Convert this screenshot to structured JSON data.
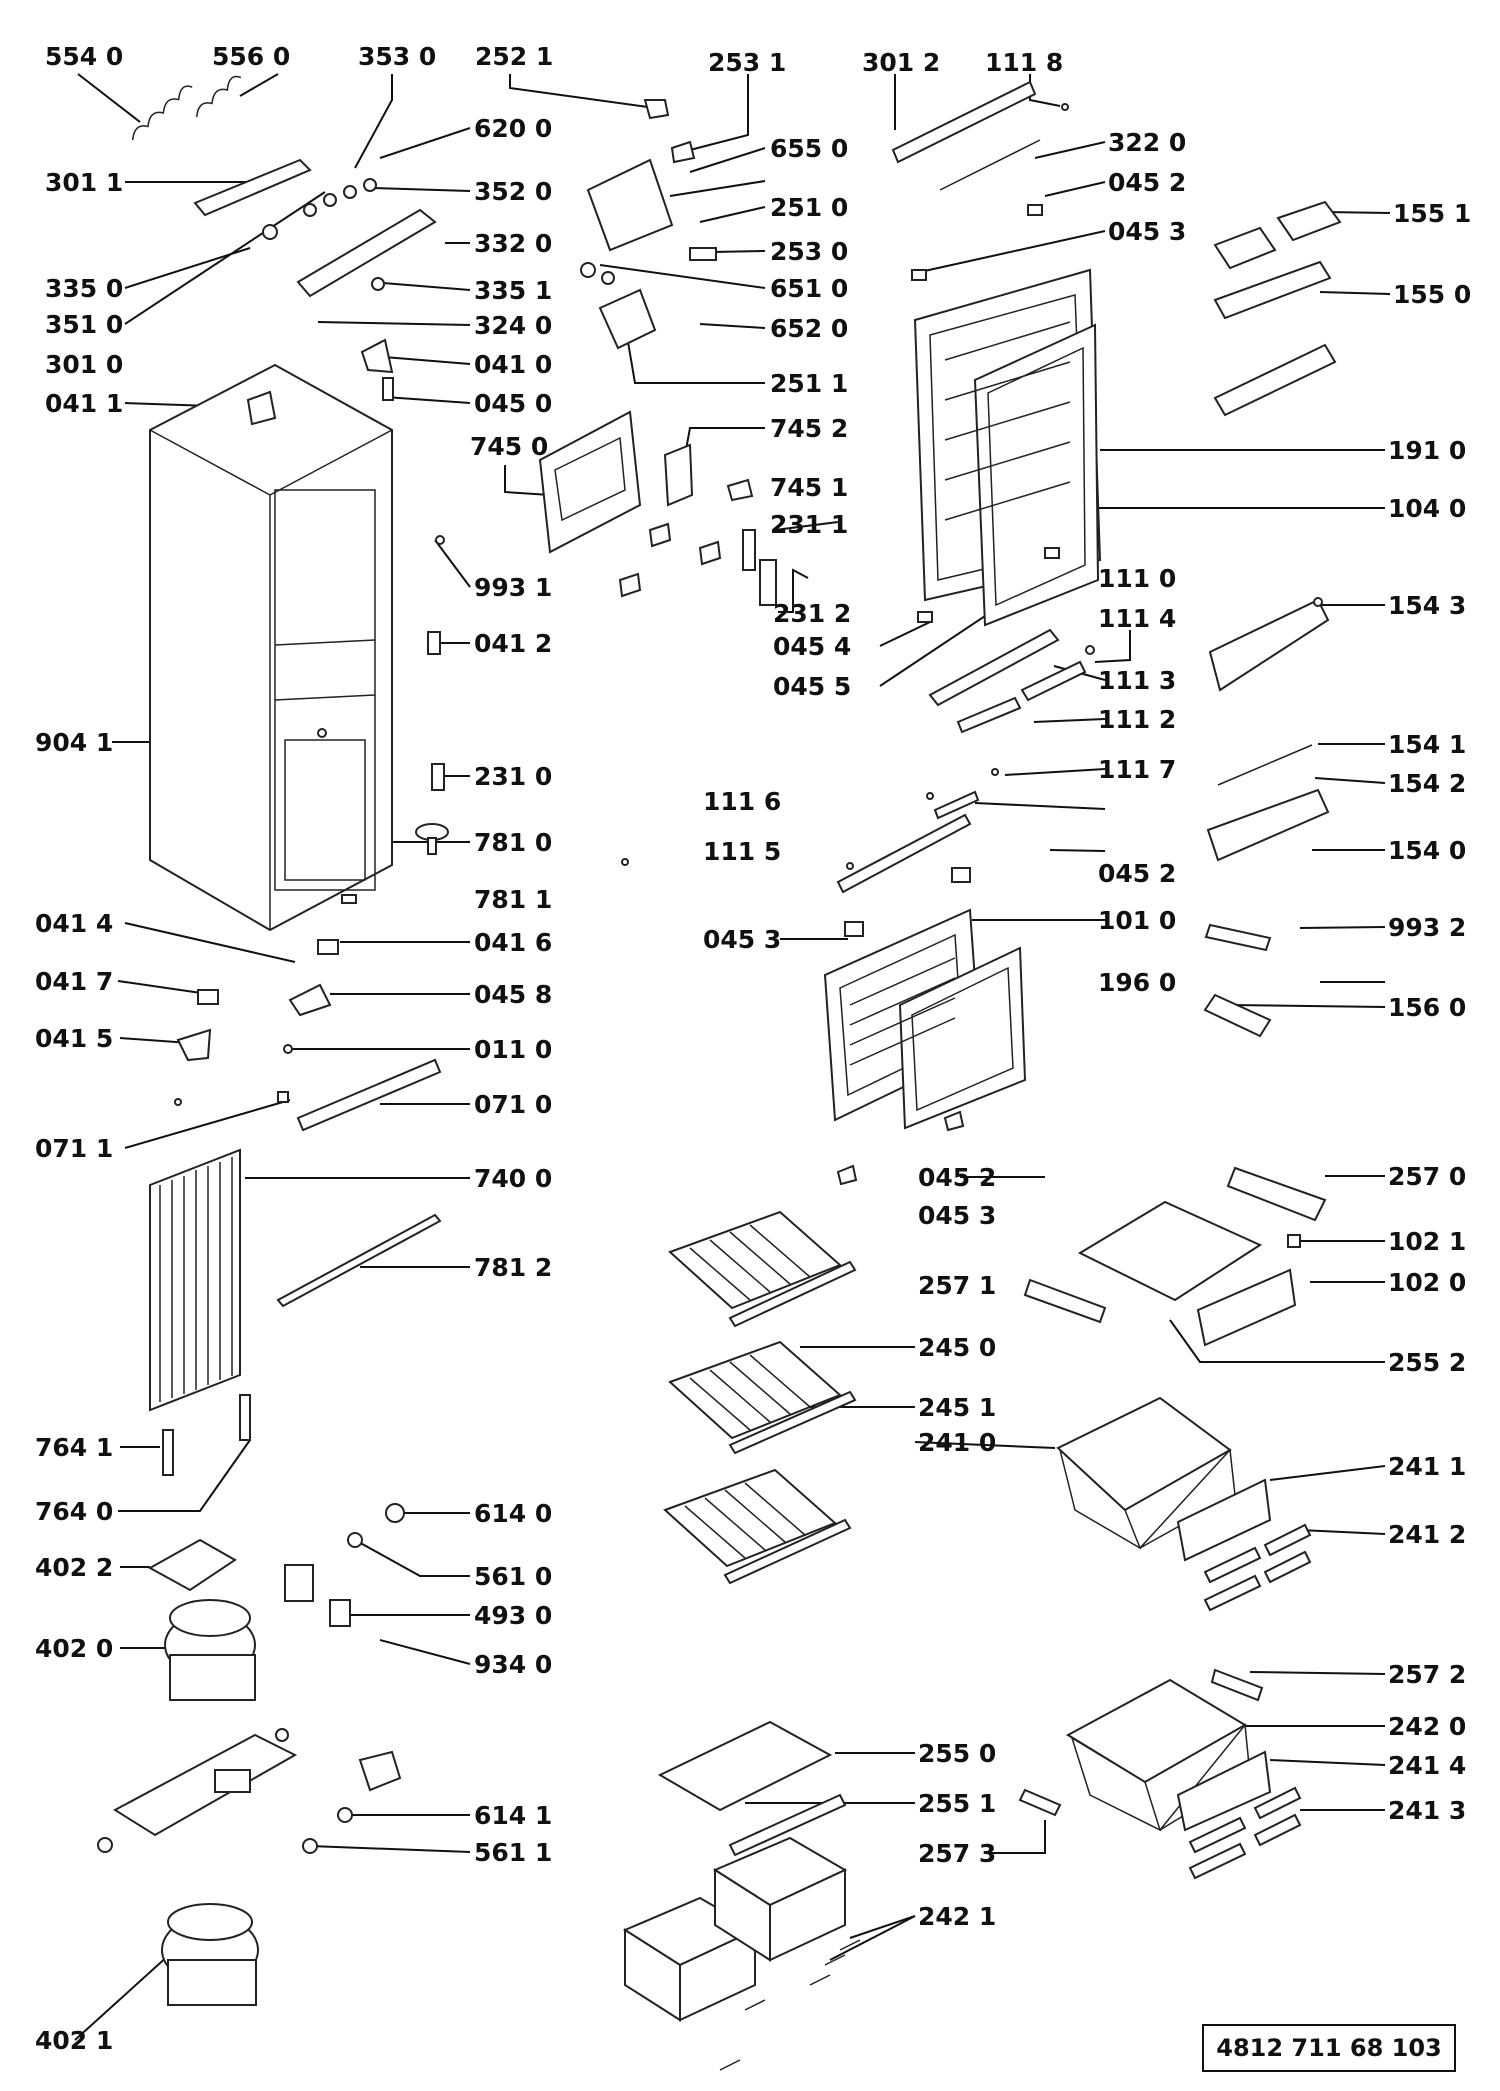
{
  "labels": [
    {
      "id": "554-0",
      "text": "554 0"
    },
    {
      "id": "556-0",
      "text": "556 0"
    },
    {
      "id": "353-0",
      "text": "353 0"
    },
    {
      "id": "252-1",
      "text": "252 1"
    },
    {
      "id": "253-1",
      "text": "253 1"
    },
    {
      "id": "301-2",
      "text": "301 2"
    },
    {
      "id": "111-8",
      "text": "111 8"
    },
    {
      "id": "620-0",
      "text": "620 0"
    },
    {
      "id": "655-0",
      "text": "655 0"
    },
    {
      "id": "322-0",
      "text": "322 0"
    },
    {
      "id": "301-1",
      "text": "301 1"
    },
    {
      "id": "352-0",
      "text": "352 0"
    },
    {
      "id": "045-2a",
      "text": "045 2"
    },
    {
      "id": "251-0",
      "text": "251 0"
    },
    {
      "id": "155-1",
      "text": "155 1"
    },
    {
      "id": "332-0",
      "text": "332 0"
    },
    {
      "id": "045-3a",
      "text": "045 3"
    },
    {
      "id": "253-0",
      "text": "253 0"
    },
    {
      "id": "335-0",
      "text": "335 0"
    },
    {
      "id": "335-1",
      "text": "335 1"
    },
    {
      "id": "651-0",
      "text": "651 0"
    },
    {
      "id": "155-0",
      "text": "155 0"
    },
    {
      "id": "351-0",
      "text": "351 0"
    },
    {
      "id": "324-0",
      "text": "324 0"
    },
    {
      "id": "652-0",
      "text": "652 0"
    },
    {
      "id": "301-0",
      "text": "301 0"
    },
    {
      "id": "041-0",
      "text": "041 0"
    },
    {
      "id": "251-1",
      "text": "251 1"
    },
    {
      "id": "041-1",
      "text": "041 1"
    },
    {
      "id": "045-0",
      "text": "045 0"
    },
    {
      "id": "745-2",
      "text": "745 2"
    },
    {
      "id": "745-0",
      "text": "745 0"
    },
    {
      "id": "191-0",
      "text": "191 0"
    },
    {
      "id": "745-1",
      "text": "745 1"
    },
    {
      "id": "231-1",
      "text": "231 1"
    },
    {
      "id": "104-0",
      "text": "104 0"
    },
    {
      "id": "993-1",
      "text": "993 1"
    },
    {
      "id": "111-0",
      "text": "111 0"
    },
    {
      "id": "231-2",
      "text": "231 2"
    },
    {
      "id": "154-3",
      "text": "154 3"
    },
    {
      "id": "045-4",
      "text": "045 4"
    },
    {
      "id": "111-4",
      "text": "111 4"
    },
    {
      "id": "041-2",
      "text": "041 2"
    },
    {
      "id": "045-5",
      "text": "045 5"
    },
    {
      "id": "111-3",
      "text": "111 3"
    },
    {
      "id": "111-2",
      "text": "111 2"
    },
    {
      "id": "904-1",
      "text": "904 1"
    },
    {
      "id": "154-1",
      "text": "154 1"
    },
    {
      "id": "231-0",
      "text": "231 0"
    },
    {
      "id": "111-7",
      "text": "111 7"
    },
    {
      "id": "154-2",
      "text": "154 2"
    },
    {
      "id": "111-6",
      "text": "111 6"
    },
    {
      "id": "781-0",
      "text": "781 0"
    },
    {
      "id": "111-5",
      "text": "111 5"
    },
    {
      "id": "154-0",
      "text": "154 0"
    },
    {
      "id": "045-2b",
      "text": "045 2"
    },
    {
      "id": "781-1",
      "text": "781 1"
    },
    {
      "id": "041-4",
      "text": "041 4"
    },
    {
      "id": "101-0",
      "text": "101 0"
    },
    {
      "id": "045-3b",
      "text": "045 3"
    },
    {
      "id": "993-2",
      "text": "993 2"
    },
    {
      "id": "041-6",
      "text": "041 6"
    },
    {
      "id": "041-7",
      "text": "041 7"
    },
    {
      "id": "196-0",
      "text": "196 0"
    },
    {
      "id": "045-8",
      "text": "045 8"
    },
    {
      "id": "156-0",
      "text": "156 0"
    },
    {
      "id": "041-5",
      "text": "041 5"
    },
    {
      "id": "011-0",
      "text": "011 0"
    },
    {
      "id": "071-0",
      "text": "071 0"
    },
    {
      "id": "071-1",
      "text": "071 1"
    },
    {
      "id": "045-2c",
      "text": "045 2"
    },
    {
      "id": "740-0",
      "text": "740 0"
    },
    {
      "id": "257-0",
      "text": "257 0"
    },
    {
      "id": "045-3c",
      "text": "045 3"
    },
    {
      "id": "102-1",
      "text": "102 1"
    },
    {
      "id": "781-2",
      "text": "781 2"
    },
    {
      "id": "257-1",
      "text": "257 1"
    },
    {
      "id": "102-0",
      "text": "102 0"
    },
    {
      "id": "245-0",
      "text": "245 0"
    },
    {
      "id": "255-2",
      "text": "255 2"
    },
    {
      "id": "245-1",
      "text": "245 1"
    },
    {
      "id": "764-1",
      "text": "764 1"
    },
    {
      "id": "241-0",
      "text": "241 0"
    },
    {
      "id": "241-1",
      "text": "241 1"
    },
    {
      "id": "764-0",
      "text": "764 0"
    },
    {
      "id": "614-0",
      "text": "614 0"
    },
    {
      "id": "241-2",
      "text": "241 2"
    },
    {
      "id": "402-2",
      "text": "402 2"
    },
    {
      "id": "561-0",
      "text": "561 0"
    },
    {
      "id": "493-0",
      "text": "493 0"
    },
    {
      "id": "402-0",
      "text": "402 0"
    },
    {
      "id": "934-0",
      "text": "934 0"
    },
    {
      "id": "257-2",
      "text": "257 2"
    },
    {
      "id": "242-0",
      "text": "242 0"
    },
    {
      "id": "255-0",
      "text": "255 0"
    },
    {
      "id": "241-4",
      "text": "241 4"
    },
    {
      "id": "255-1",
      "text": "255 1"
    },
    {
      "id": "241-3",
      "text": "241 3"
    },
    {
      "id": "614-1",
      "text": "614 1"
    },
    {
      "id": "257-3",
      "text": "257 3"
    },
    {
      "id": "561-1",
      "text": "561 1"
    },
    {
      "id": "242-1",
      "text": "242 1"
    },
    {
      "id": "402-1",
      "text": "402 1"
    }
  ],
  "document_code": "4812 711 68 103"
}
